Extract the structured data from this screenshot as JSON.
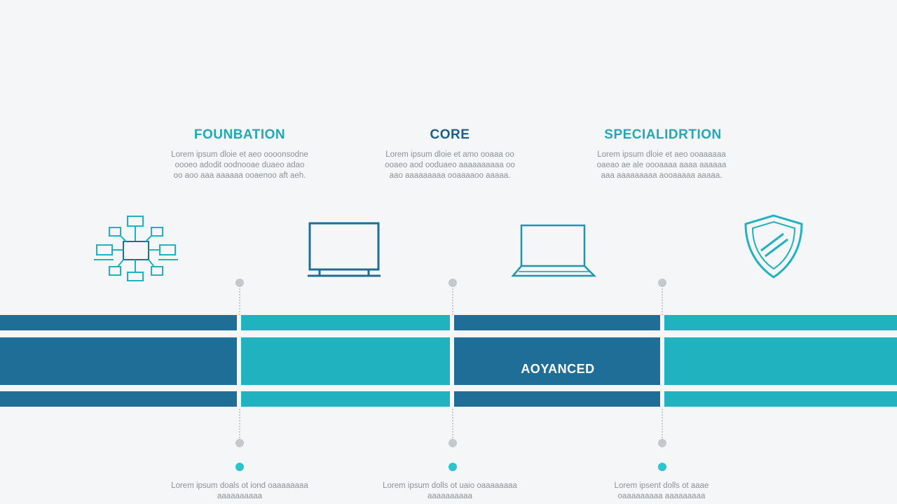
{
  "colors": {
    "navy": "#1f6e98",
    "teal": "#20b2bf",
    "title_teal": "#22a9b6",
    "title_navy": "#1d5f86",
    "line_dot": "#c6c9cb",
    "accent_dot": "#2ec4cf"
  },
  "stages": [
    {
      "title": "FOUNBATION",
      "desc": "Lorem ipsum dloie et aeo oooonsodne oooeo adodit oodnooae duaeo adao oo aoo aaa aaaaaa ooaenoo aft aeh."
    },
    {
      "title": "CORE",
      "desc": "Lorem ipsum dloie et amo ooaaa oo ooaeo aod ooduaeo aaaaaaaaaa oo aao aaaaaaaaa ooaaaaoo aaaaa."
    },
    {
      "title": "SPECIALIDRTION",
      "desc": "Lorem ipsum dloie et aeo ooaaaaaa oaeao ae ale oooaaaa aaaa aaaaaa aaa aaaaaaaaa aooaaaaa aaaaa."
    }
  ],
  "icons": [
    "network-icon",
    "monitor-icon",
    "laptop-icon",
    "shield-icon"
  ],
  "band_label": "AOYANCED",
  "bottom_descs": [
    "Lorem ipsum doals ot iond oaaaaaaaa aaaaaaaaaa",
    "Lorem ipsum dolls ot uaio oaaaaaaaa aaaaaaaaaa",
    "Lorem ipsent dolls ot aaae oaaaaaaaaa aaaaaaaaa"
  ]
}
